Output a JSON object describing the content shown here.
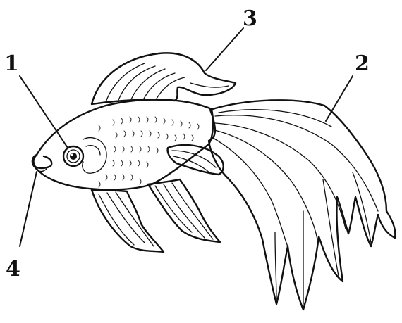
{
  "diagram": {
    "callouts": [
      {
        "id": "1",
        "label": "1"
      },
      {
        "id": "2",
        "label": "2"
      },
      {
        "id": "3",
        "label": "3"
      },
      {
        "id": "4",
        "label": "4"
      }
    ]
  },
  "colors": {
    "ink": "#111111",
    "background": "#ffffff"
  }
}
